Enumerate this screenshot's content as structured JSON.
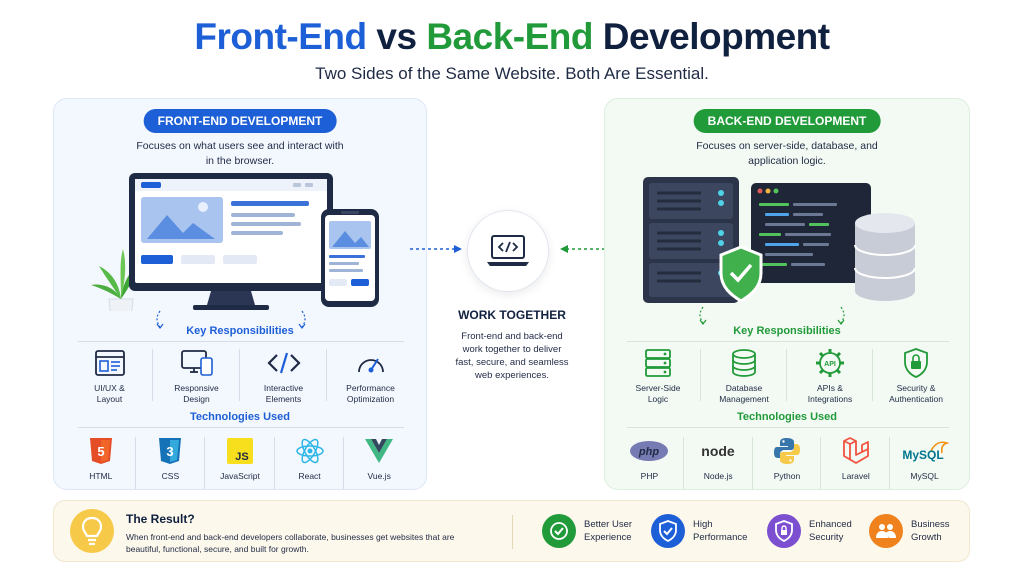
{
  "title": {
    "front": "Front-End",
    "vs": "vs",
    "back": "Back-End",
    "dev": "Development"
  },
  "subtitle": "Two Sides of the Same Website. Both Are Essential.",
  "front": {
    "pill": "FRONT-END DEVELOPMENT",
    "desc": [
      "Focuses on what users see and interact with",
      "in the browser."
    ],
    "responsibilities_title": "Key Responsibilities",
    "responsibilities": [
      {
        "icon": "layout-icon",
        "label": [
          "UI/UX &",
          "Layout"
        ]
      },
      {
        "icon": "devices-icon",
        "label": [
          "Responsive",
          "Design"
        ]
      },
      {
        "icon": "code-brackets-icon",
        "label": [
          "Interactive",
          "Elements"
        ]
      },
      {
        "icon": "gauge-icon",
        "label": [
          "Performance",
          "Optimization"
        ]
      }
    ],
    "technologies_title": "Technologies Used",
    "technologies": [
      {
        "icon": "html5-icon",
        "label": "HTML",
        "badge": "5"
      },
      {
        "icon": "css3-icon",
        "label": "CSS",
        "badge": "3"
      },
      {
        "icon": "javascript-icon",
        "label": "JavaScript",
        "badge": "JS"
      },
      {
        "icon": "react-icon",
        "label": "React"
      },
      {
        "icon": "vuejs-icon",
        "label": "Vue.js"
      }
    ]
  },
  "center": {
    "title": "WORK TOGETHER",
    "desc": [
      "Front-end and back-end",
      "work together to deliver",
      "fast, secure, and seamless",
      "web experiences."
    ]
  },
  "back": {
    "pill": "BACK-END DEVELOPMENT",
    "desc": [
      "Focuses on server-side, database, and",
      "application logic."
    ],
    "responsibilities_title": "Key Responsibilities",
    "responsibilities": [
      {
        "icon": "server-icon",
        "label": [
          "Server-Side",
          "Logic"
        ]
      },
      {
        "icon": "database-icon",
        "label": [
          "Database",
          "Management"
        ]
      },
      {
        "icon": "api-gear-icon",
        "label": [
          "APIs &",
          "Integrations"
        ],
        "badge": "API"
      },
      {
        "icon": "lock-shield-icon",
        "label": [
          "Security &",
          "Authentication"
        ]
      }
    ],
    "technologies_title": "Technologies Used",
    "technologies": [
      {
        "icon": "php-icon",
        "label": "PHP",
        "badge": "php"
      },
      {
        "icon": "nodejs-icon",
        "label": "Node.js",
        "badge": "node"
      },
      {
        "icon": "python-icon",
        "label": "Python"
      },
      {
        "icon": "laravel-icon",
        "label": "Laravel"
      },
      {
        "icon": "mysql-icon",
        "label": "MySQL",
        "badge": "MySQL"
      }
    ]
  },
  "result": {
    "title": "The Result?",
    "desc": [
      "When front-end and back-end developers collaborate, businesses get websites that are",
      "beautiful, functional, secure, and built for growth."
    ],
    "benefits": [
      {
        "icon": "check-circle-icon",
        "label": [
          "Better User",
          "Experience"
        ],
        "color": "#219a3a"
      },
      {
        "icon": "shield-check-icon",
        "label": [
          "High",
          "Performance"
        ],
        "color": "#1d5fd6"
      },
      {
        "icon": "security-shield-icon",
        "label": [
          "Enhanced",
          "Security"
        ],
        "color": "#7c4fd0"
      },
      {
        "icon": "growth-people-icon",
        "label": [
          "Business",
          "Growth"
        ],
        "color": "#f0821e"
      }
    ]
  },
  "colors": {
    "front": "#1d5fd6",
    "back": "#219a3a",
    "bulb": "#f7c948"
  }
}
